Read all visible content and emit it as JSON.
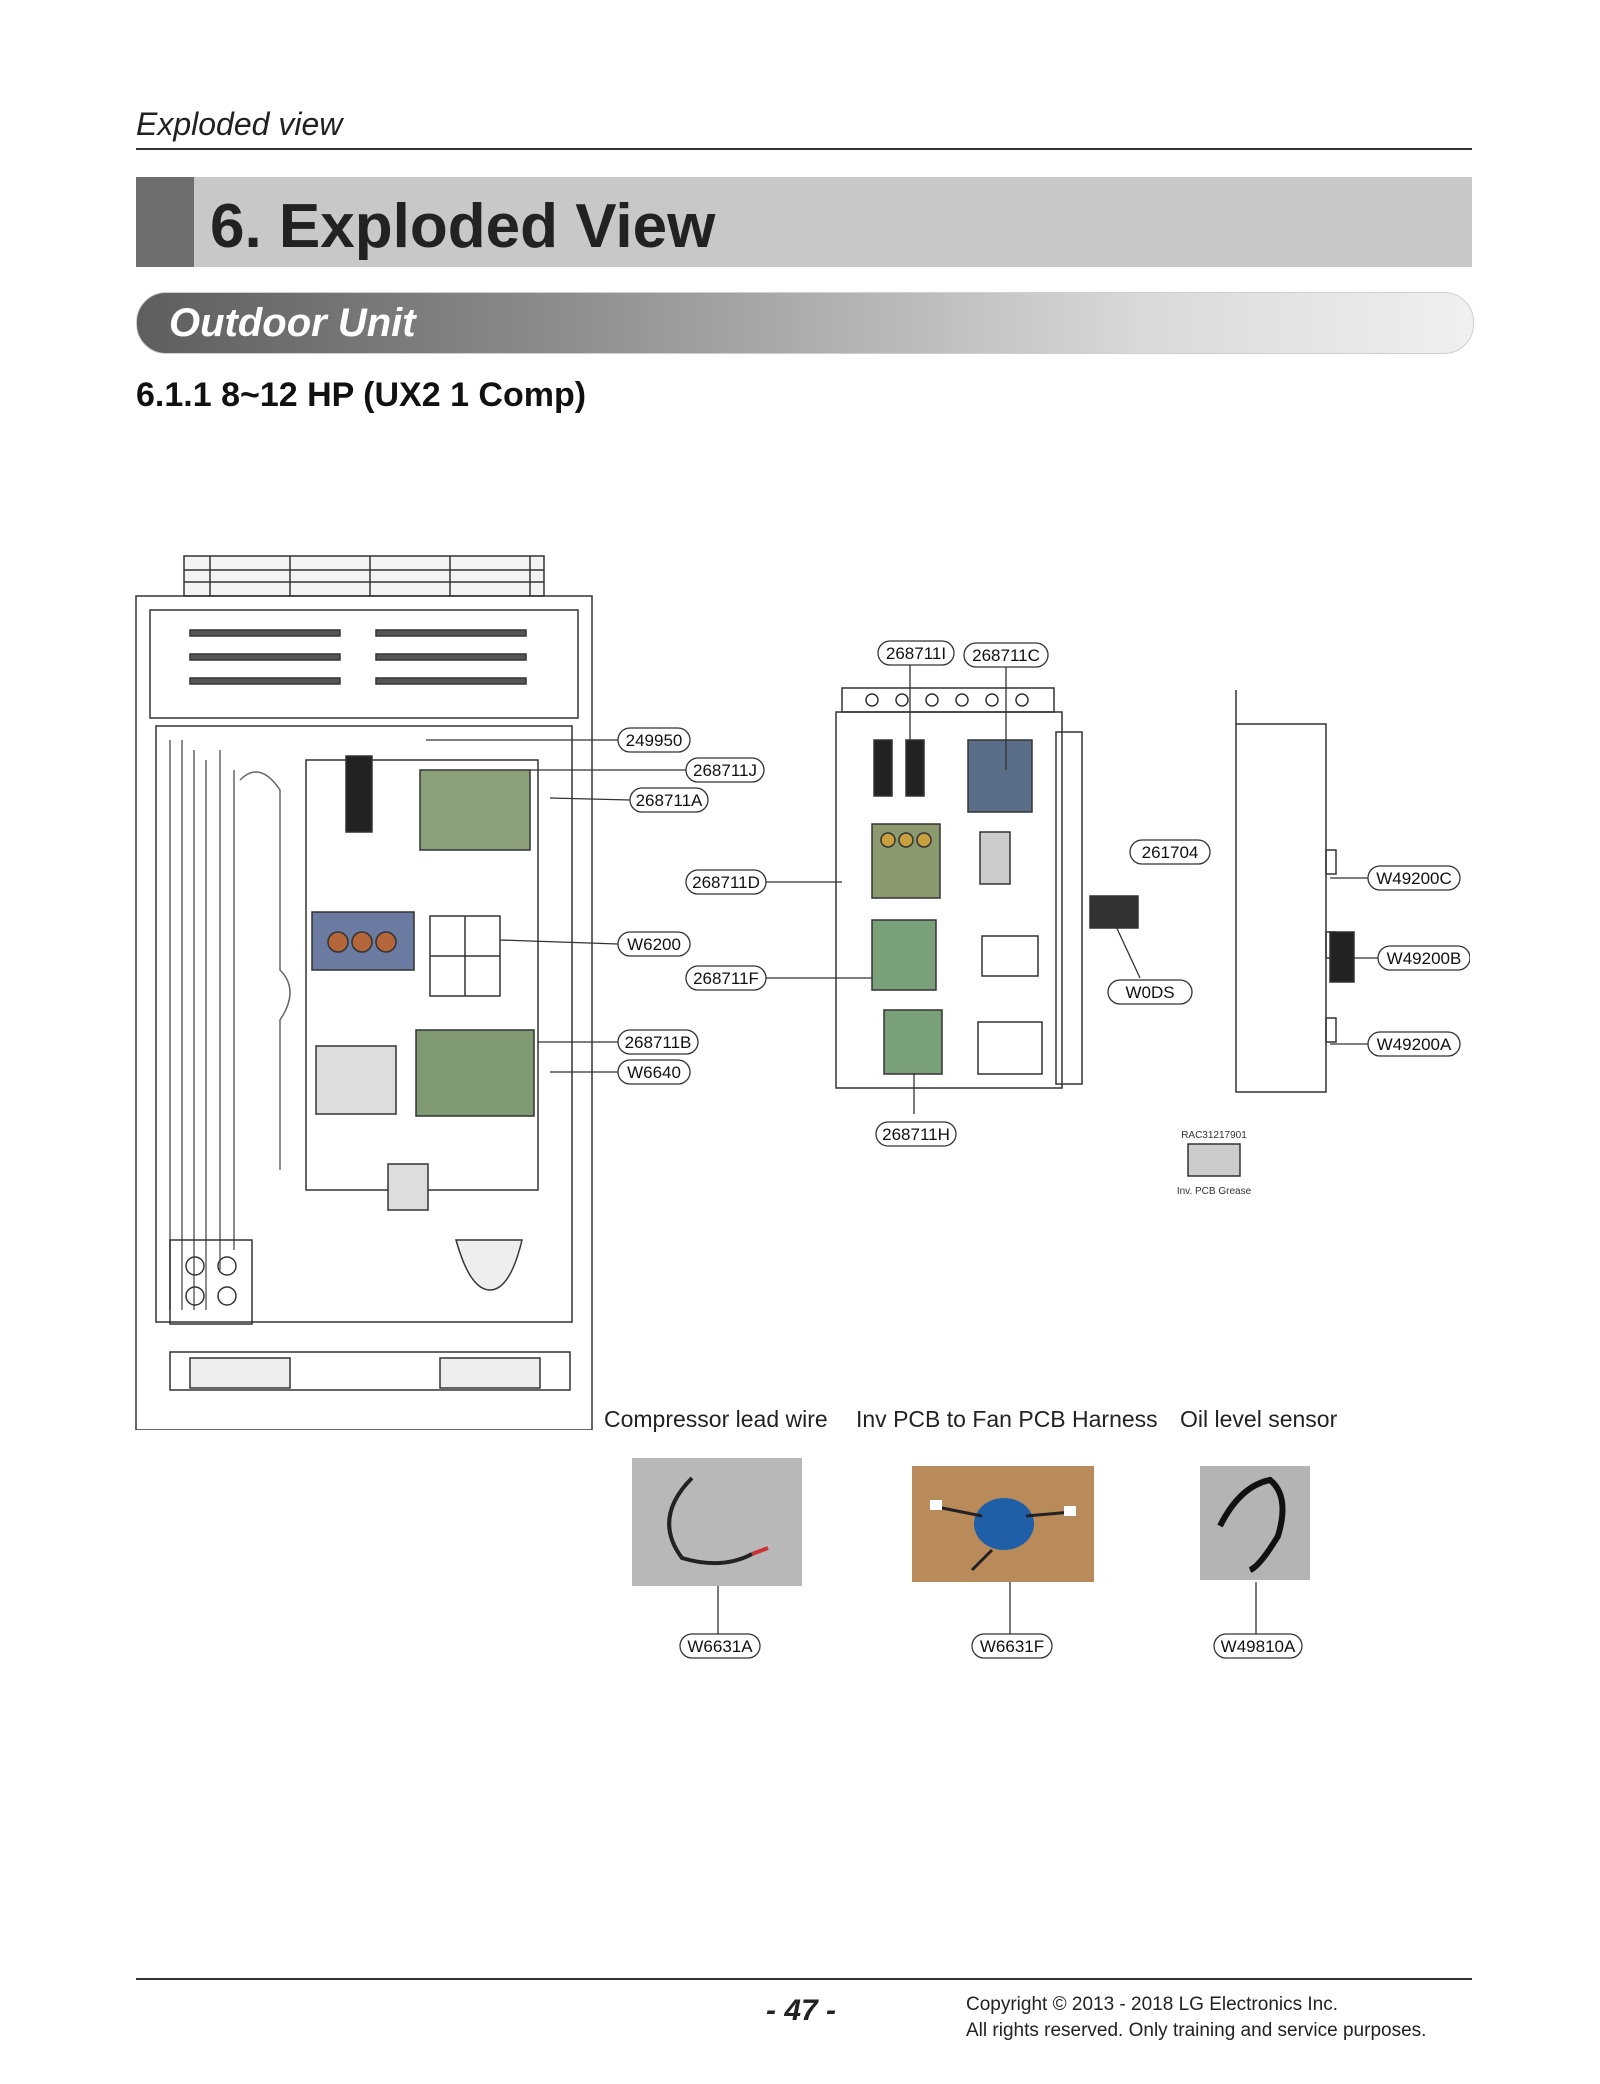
{
  "header": {
    "running_title": "Exploded view"
  },
  "title": {
    "text": "6. Exploded View"
  },
  "section": {
    "label": "Outdoor Unit"
  },
  "subsection": {
    "label": "6.1.1  8~12 HP (UX2 1 Comp)"
  },
  "diagram": {
    "labels": {
      "c249950": "249950",
      "c268711J": "268711J",
      "c268711A": "268711A",
      "c268711D": "268711D",
      "cW6200": "W6200",
      "c268711F": "268711F",
      "c268711B": "268711B",
      "cW6640": "W6640",
      "c268711I": "268711I",
      "c268711C": "268711C",
      "c261704": "261704",
      "cW0DS": "W0DS",
      "c268711H": "268711H",
      "cW49200C": "W49200C",
      "cW49200B": "W49200B",
      "cW49200A": "W49200A"
    },
    "grease": {
      "code": "RAC31217901",
      "label": "Inv. PCB Grease"
    }
  },
  "accessories": [
    {
      "caption": "Compressor lead wire",
      "part": "W6631A"
    },
    {
      "caption": "Inv PCB to Fan PCB Harness",
      "part": "W6631F"
    },
    {
      "caption": "Oil level sensor",
      "part": "W49810A"
    }
  ],
  "footer": {
    "page": "- 47 -",
    "copyright_line1": "Copyright © 2013 - 2018 LG Electronics Inc.",
    "copyright_line2": "All rights reserved. Only training and service purposes."
  }
}
